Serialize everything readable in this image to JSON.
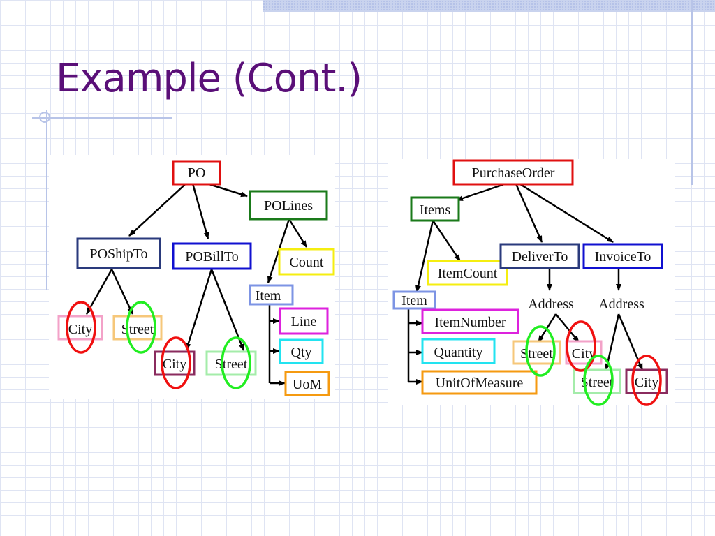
{
  "slide": {
    "title": "Example (Cont.)"
  },
  "colors": {
    "title": "#5a0f78",
    "red": "#e01010",
    "green": "#1a7a1a",
    "navy": "#2a3a7c",
    "blue": "#1010d0",
    "yellow": "#f5ee10",
    "periwinkle": "#7d94e4",
    "magenta": "#dd22dd",
    "cyan": "#22e3f0",
    "orange": "#f59a10",
    "pink": "#f3a2c8",
    "peach": "#f6c77a",
    "maroon": "#8a2b5e",
    "lightgreen": "#a4ecaa",
    "match_red": "#f01010",
    "match_green": "#22ee22"
  },
  "left_tree": {
    "root": "PO",
    "polines": "POLines",
    "poshipto": "POShipTo",
    "pobillto": "POBillTo",
    "count": "Count",
    "item": "Item",
    "line": "Line",
    "qty": "Qty",
    "uom": "UoM",
    "ship_city": "City",
    "ship_street": "Street",
    "bill_city": "City",
    "bill_street": "Street"
  },
  "right_tree": {
    "root": "PurchaseOrder",
    "items": "Items",
    "itemcount": "ItemCount",
    "deliverto": "DeliverTo",
    "invoiceto": "InvoiceTo",
    "item": "Item",
    "itemnumber": "ItemNumber",
    "quantity": "Quantity",
    "unitofmeasure": "UnitOfMeasure",
    "deliver_address": "Address",
    "invoice_address": "Address",
    "deliver_street": "Street",
    "deliver_city": "City",
    "invoice_street": "Street",
    "invoice_city": "City"
  }
}
